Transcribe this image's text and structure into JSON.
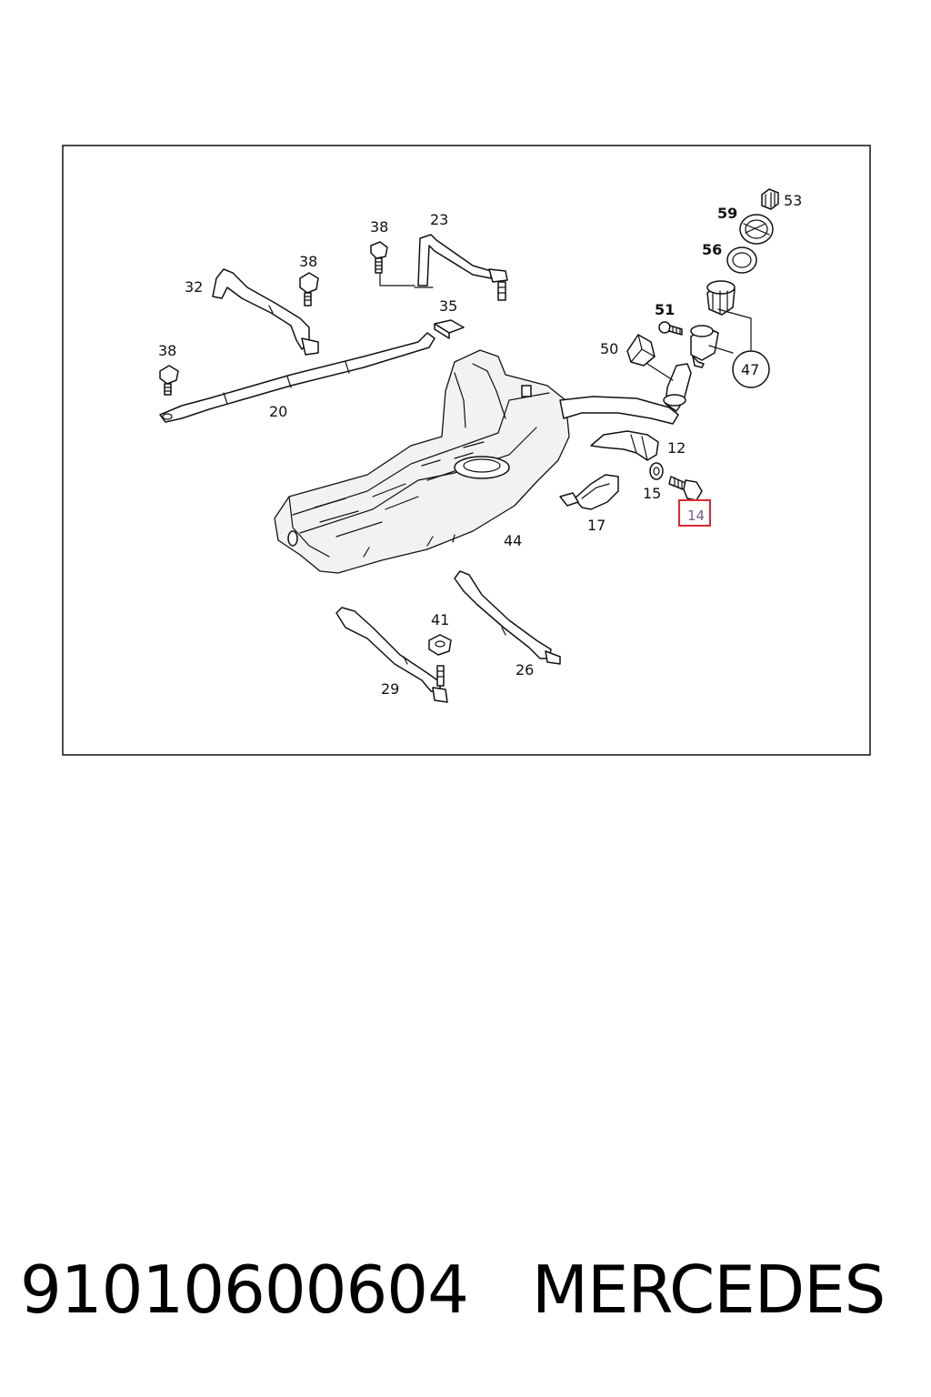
{
  "caption": {
    "part_number": "91010600604",
    "brand": "MERCEDES"
  },
  "callouts": {
    "c53": "53",
    "c59": "59",
    "c56": "56",
    "c51": "51",
    "c50": "50",
    "c47": "47",
    "c12": "12",
    "c15": "15",
    "c14": "14",
    "c17": "17",
    "c44": "44",
    "c23": "23",
    "c38a": "38",
    "c38b": "38",
    "c38c": "38",
    "c35": "35",
    "c32": "32",
    "c20": "20",
    "c41": "41",
    "c29": "29",
    "c26": "26"
  },
  "highlight_color": "#e0282e"
}
